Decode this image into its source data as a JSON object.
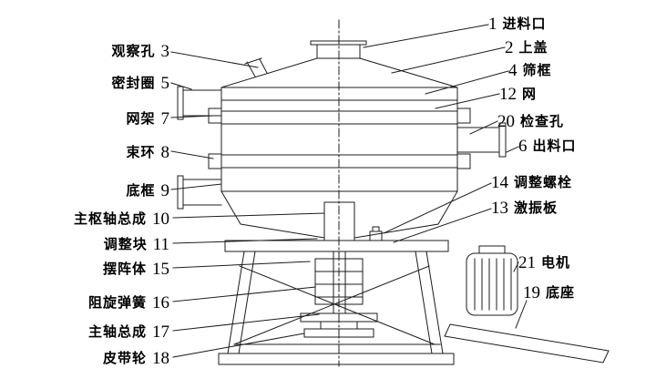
{
  "colors": {
    "line": "#1c1c1c",
    "background": "#ffffff"
  },
  "labels": {
    "left": [
      {
        "text": "观察孔",
        "num": "3"
      },
      {
        "text": "密封圈",
        "num": "5"
      },
      {
        "text": "网架",
        "num": "7"
      },
      {
        "text": "束环",
        "num": "8"
      },
      {
        "text": "底框",
        "num": "9"
      },
      {
        "text": "主枢轴总成",
        "num": "10"
      },
      {
        "text": "调整块",
        "num": "11"
      },
      {
        "text": "摆阵体",
        "num": "15"
      },
      {
        "text": "阻旋弹簧",
        "num": "16"
      },
      {
        "text": "主轴总成",
        "num": "17"
      },
      {
        "text": "皮带轮",
        "num": "18"
      }
    ],
    "right": [
      {
        "num": "1",
        "text": "进料口"
      },
      {
        "num": "2",
        "text": "上盖"
      },
      {
        "num": "4",
        "text": "筛框"
      },
      {
        "num": "12",
        "text": "网"
      },
      {
        "num": "20",
        "text": "检查孔"
      },
      {
        "num": "6",
        "text": "出料口"
      },
      {
        "num": "14",
        "text": "调整螺栓"
      },
      {
        "num": "13",
        "text": "激振板"
      },
      {
        "num": "21",
        "text": "电机"
      },
      {
        "num": "19",
        "text": "底座"
      }
    ]
  }
}
